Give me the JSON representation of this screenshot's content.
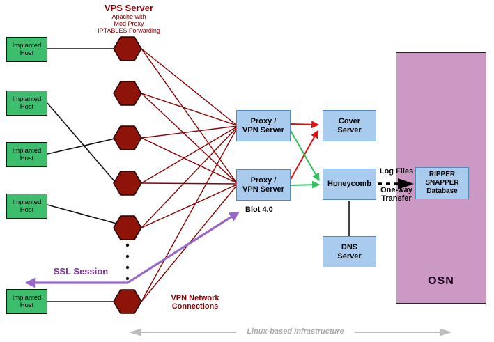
{
  "colors": {
    "dark_red_text": "#8B0000",
    "hexagon_fill": "#8E1309",
    "host_green": "#3DBE6E",
    "box_blue": "#A9CCEE",
    "box_blue_border": "#5588BB",
    "osn_pink": "#CC99C4",
    "arrow_red": "#E01010",
    "arrow_green": "#2FC25B",
    "arrow_purple": "#9966CC",
    "ssl_text_purple": "#7B2F9E",
    "infra_gray": "#BDBDBD"
  },
  "vps_label": {
    "title": "VPS Server",
    "subtitle": "Apache with\nMod Proxy\nIPTABLES Forwarding"
  },
  "implanted_host": {
    "label": "Implanted\nHost"
  },
  "proxy": {
    "label": "Proxy /\nVPN Server"
  },
  "cover": {
    "label": "Cover\nServer"
  },
  "honeycomb": {
    "label": "Honeycomb"
  },
  "dns": {
    "label": "DNS\nServer"
  },
  "ripper": {
    "label": "RIPPER\nSNAPPER\nDatabase"
  },
  "osn": {
    "label": "OSN"
  },
  "annotations": {
    "ssl_session": "SSL Session",
    "blot": "Blot 4.0",
    "vpn_connections": "VPN Network\nConnections",
    "log_files": "Log Files",
    "one_way_transfer": "One-way\nTransfer",
    "linux_infra": "Linux-based Infrastructure"
  }
}
